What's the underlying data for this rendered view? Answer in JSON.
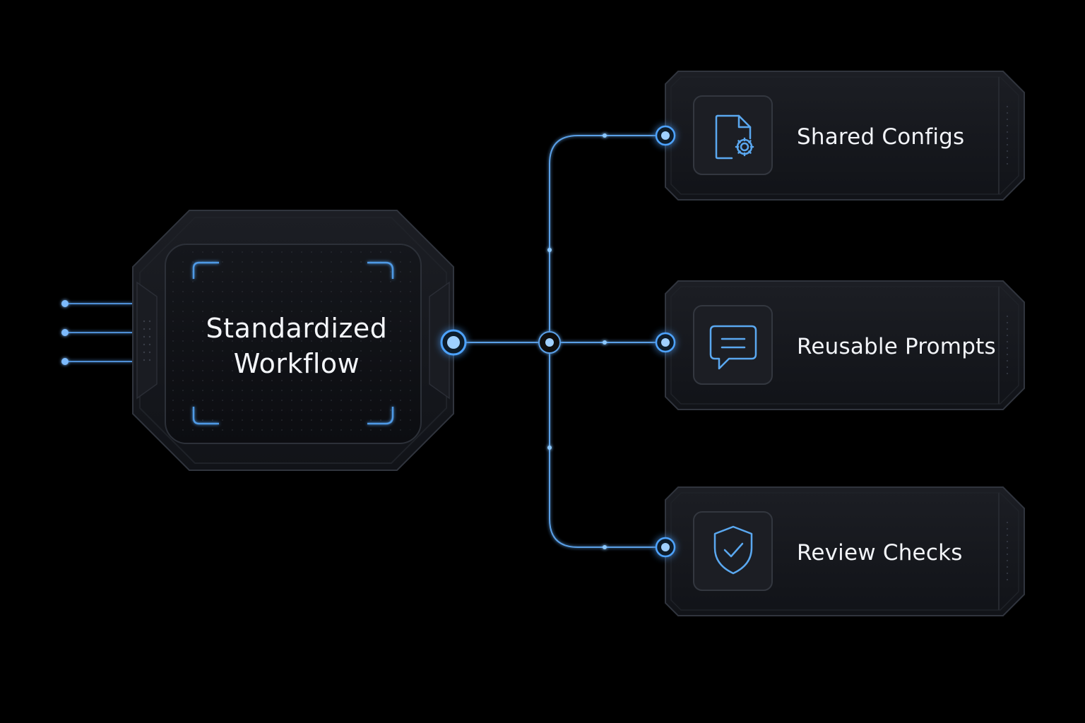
{
  "hub": {
    "title_line1": "Standardized",
    "title_line2": "Workflow"
  },
  "branches": [
    {
      "label": "Shared Configs",
      "icon": "document-gear-icon"
    },
    {
      "label": "Reusable Prompts",
      "icon": "chat-bubble-icon"
    },
    {
      "label": "Review Checks",
      "icon": "shield-check-icon"
    }
  ],
  "colors": {
    "background": "#000000",
    "panel": "#16181d",
    "panel_border": "#2e323a",
    "accent": "#4da3ff",
    "accent_glow": "#8cc8ff",
    "icon_stroke": "#5aa8f0",
    "text": "#f2f4f8"
  }
}
